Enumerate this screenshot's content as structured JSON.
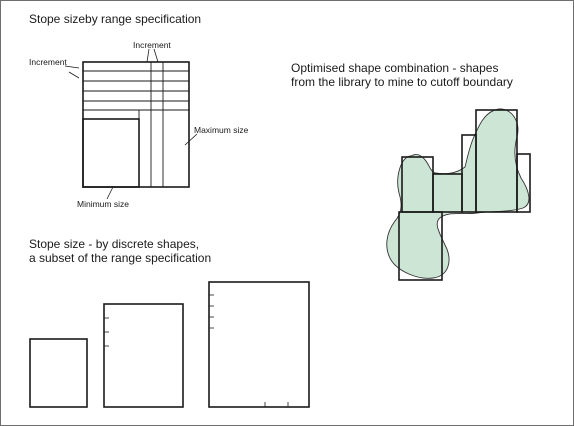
{
  "titles": {
    "range_spec": "Stope sizeby range specification",
    "discrete_line1": "Stope size - by discrete shapes,",
    "discrete_line2": "a subset of the range specification",
    "optimised_line1": "Optimised shape combination - shapes",
    "optimised_line2": "from the library to mine to cutoff boundary"
  },
  "labels": {
    "increment_top": "Increment",
    "increment_left": "Increment",
    "maximum_size": "Maximum size",
    "minimum_size": "Minimum size"
  },
  "colors": {
    "ore_fill": "#cde5d5",
    "ore_stroke": "#333333",
    "line": "#1a1a1a"
  }
}
